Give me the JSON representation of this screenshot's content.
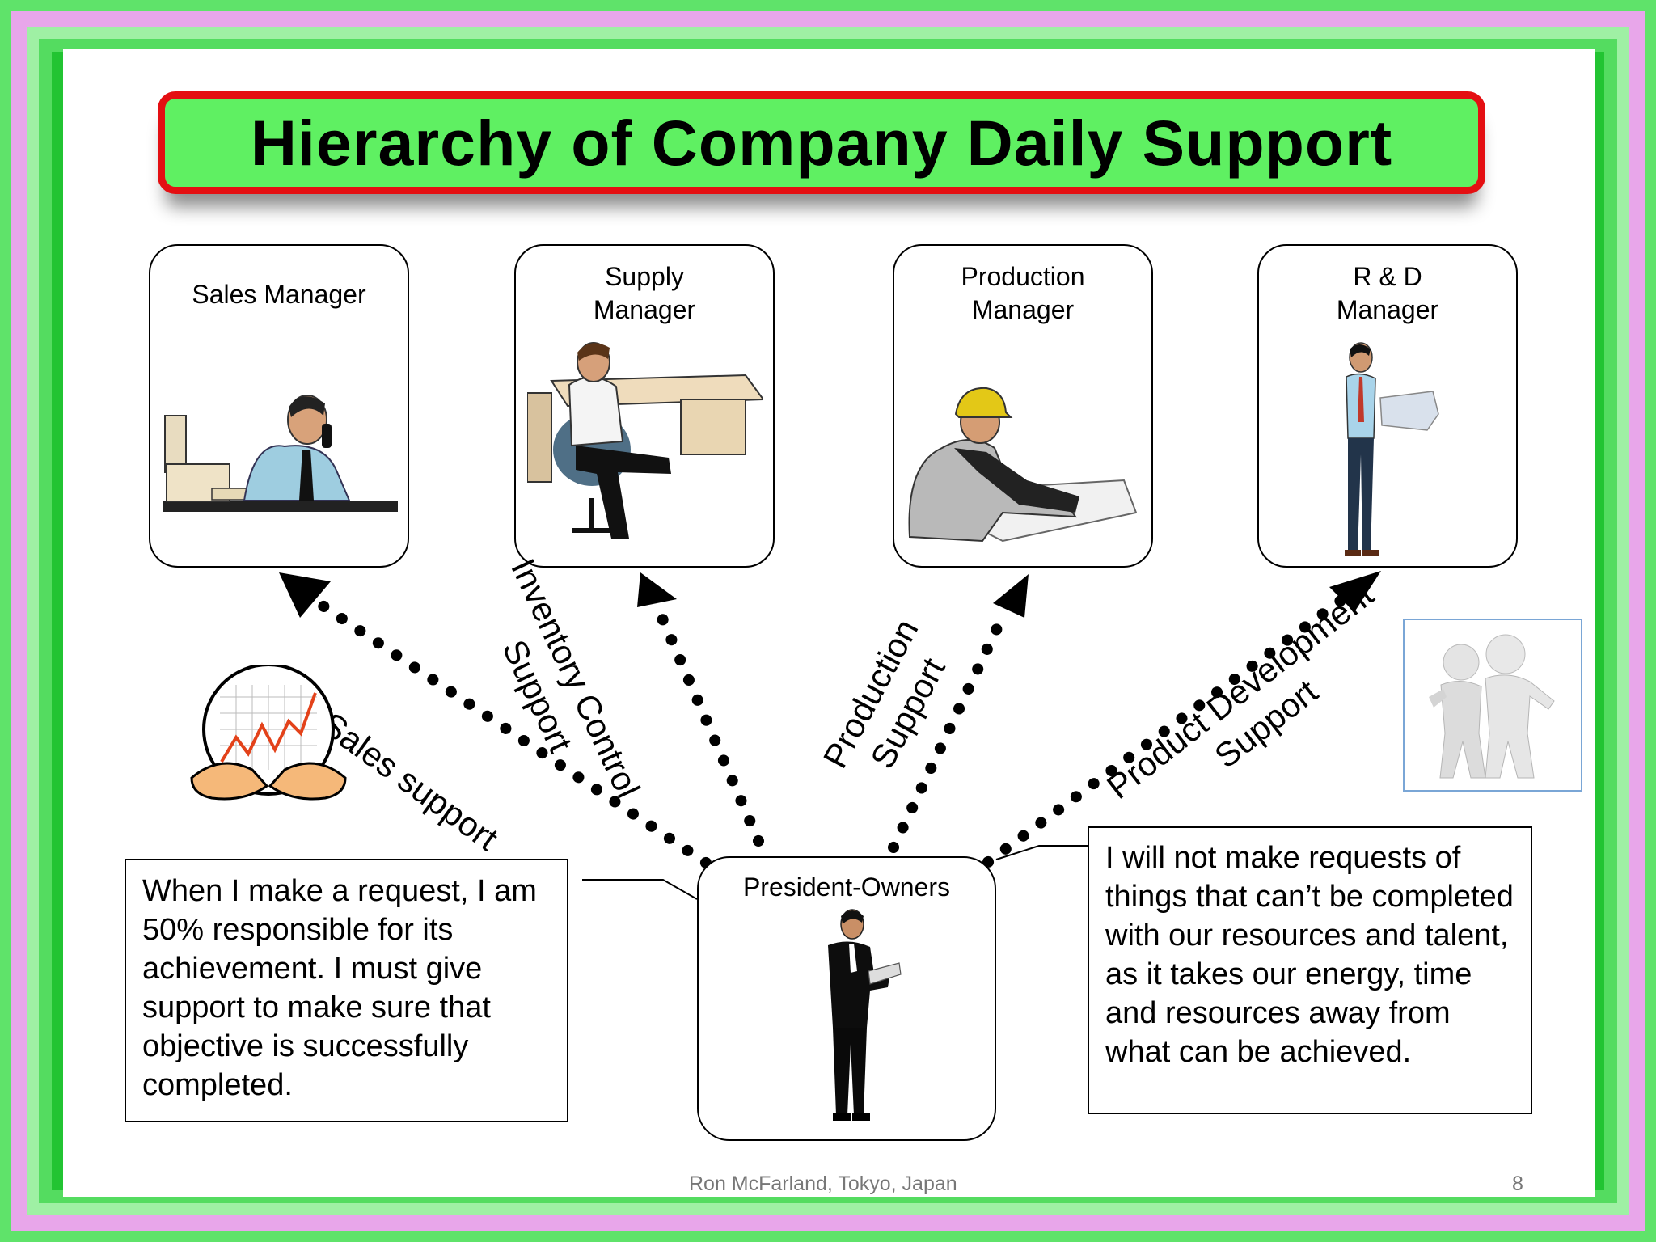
{
  "title": "Hierarchy of Company Daily Support",
  "managers": [
    {
      "lines": [
        "Sales Manager"
      ]
    },
    {
      "lines": [
        "Supply",
        "Manager"
      ]
    },
    {
      "lines": [
        "Production",
        "Manager"
      ]
    },
    {
      "lines": [
        "R & D",
        "Manager"
      ]
    }
  ],
  "president_label": "President-Owners",
  "supports": {
    "sales": "Sales support",
    "inventory": [
      "Inventory Control",
      "Support"
    ],
    "production": [
      "Production",
      "Support"
    ],
    "product_dev": [
      "Product Development",
      "Support"
    ]
  },
  "callout_left": "When I make a request, I am 50% responsible for its achievement.  I must give support to make sure that objective is successfully completed.",
  "callout_right": "I will not make requests of things that can’t be completed with our resources and talent, as it takes our energy, time and resources away from what can be achieved.",
  "footer": "Ron McFarland, Tokyo, Japan",
  "page_number": "8",
  "colors": {
    "title_fill": "#5ff062",
    "title_border": "#e40f12",
    "frame_green": "#22c432",
    "frame_pink": "#e8a6ea"
  }
}
